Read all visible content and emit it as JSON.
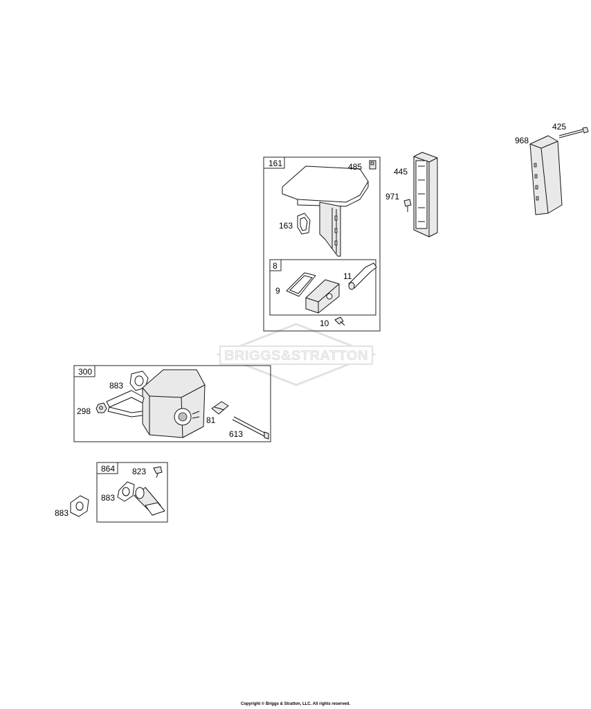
{
  "watermark": {
    "text": "BRIGGS&STRATTON"
  },
  "groups": [
    {
      "id": "161",
      "label": "161"
    },
    {
      "id": "8",
      "label": "8"
    },
    {
      "id": "300",
      "label": "300"
    },
    {
      "id": "864",
      "label": "864"
    }
  ],
  "callouts": {
    "p485": "485",
    "p163": "163",
    "p9": "9",
    "p11": "11",
    "p10": "10",
    "p445": "445",
    "p971": "971",
    "p968": "968",
    "p425": "425",
    "p883a": "883",
    "p298": "298",
    "p81": "81",
    "p613": "613",
    "p823": "823",
    "p883b": "883",
    "p883c": "883"
  },
  "footer": {
    "copyright": "Copyright © Briggs & Stratton, LLC. All rights reserved."
  }
}
